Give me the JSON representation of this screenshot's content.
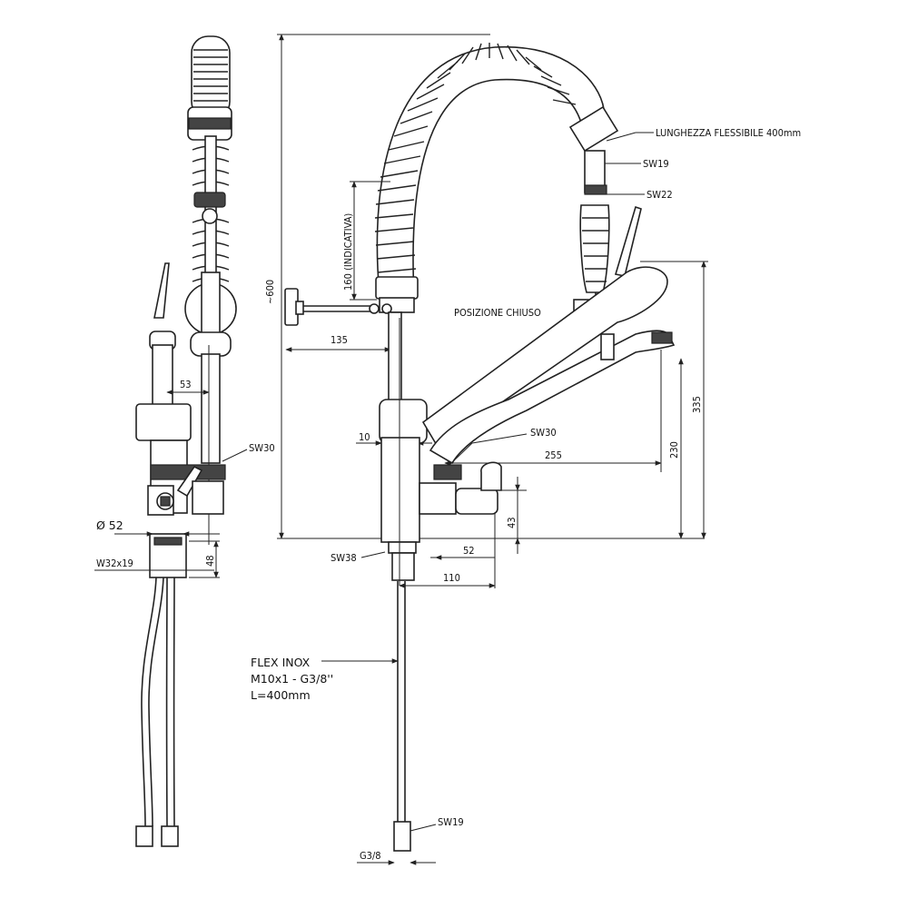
{
  "labels": {
    "flex_length": "LUNGHEZZA FLESSIBILE 400mm",
    "sw19_top": "SW19",
    "sw22": "SW22",
    "posizione": "POSIZIONE CHIUSO",
    "sw30_left": "SW30",
    "sw30_mid": "SW30",
    "sw38": "SW38",
    "sw19_bottom": "SW19",
    "g38": "G3/8",
    "phi52": "Ø 52",
    "w32": "W32x19",
    "flex_line1": "FLEX INOX",
    "flex_line2": "M10x1 - G3/8''",
    "flex_line3": "L=400mm"
  },
  "dimensions": {
    "d600": "~600",
    "d160": "160 (INDICATIVA)",
    "d135": "135",
    "d53": "53",
    "d10": "10",
    "d255": "255",
    "d230": "230",
    "d335": "335",
    "d43": "43",
    "d52": "52",
    "d110": "110",
    "d48": "48"
  }
}
